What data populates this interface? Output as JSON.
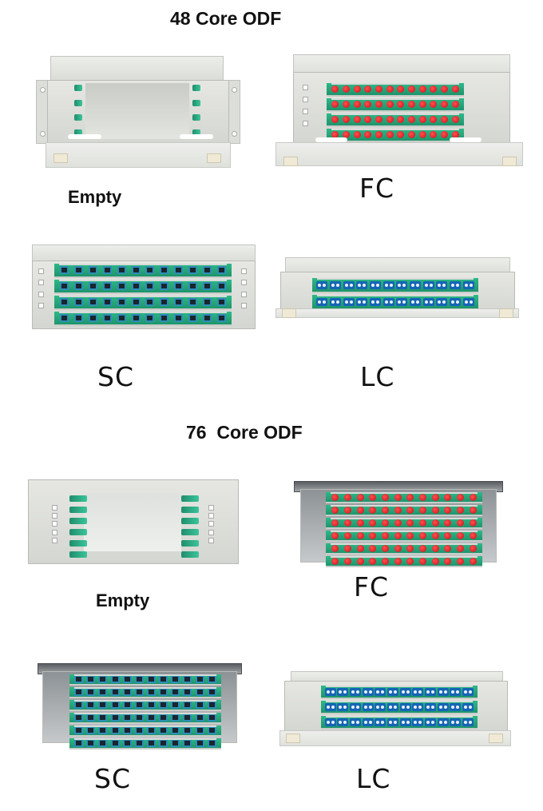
{
  "sections": [
    {
      "title": "48 Core ODF",
      "panels": [
        {
          "caption": "Empty",
          "connector": "none",
          "rows": 0,
          "cols": 0
        },
        {
          "caption": "FC",
          "connector": "fc-icon",
          "rows": 4,
          "cols": 12,
          "connector_color": "#d41c22"
        },
        {
          "caption": "SC",
          "connector": "sc-icon",
          "rows": 4,
          "cols": 12,
          "connector_color": "#2d8fb7"
        },
        {
          "caption": "LC",
          "connector": "lc-icon",
          "rows": 2,
          "cols": 12,
          "connector_color": "#1565b6"
        }
      ]
    },
    {
      "title": "76  Core ODF",
      "panels": [
        {
          "caption": "Empty",
          "connector": "none",
          "rows": 0,
          "cols": 0
        },
        {
          "caption": "FC",
          "connector": "fc-icon",
          "rows": 6,
          "cols": 12,
          "connector_color": "#d41c22"
        },
        {
          "caption": "SC",
          "connector": "sc-icon",
          "rows": 6,
          "cols": 12,
          "connector_color": "#2d8fb7"
        },
        {
          "caption": "LC",
          "connector": "lc-icon",
          "rows": 3,
          "cols": 12,
          "connector_color": "#1565b6"
        }
      ]
    }
  ],
  "colors": {
    "tray_green": "#2fb888",
    "chassis_grey": "#dcded9",
    "text": "#111111"
  }
}
